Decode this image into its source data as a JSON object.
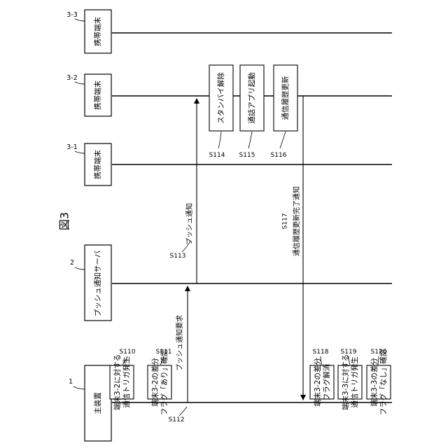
{
  "figure_title": "図3",
  "nodes": {
    "main": {
      "ref": "1",
      "label": "主装置"
    },
    "server": {
      "ref": "2",
      "label": "プッシュ通知サーバ"
    },
    "term1": {
      "ref": "3-1",
      "label": "携帯端末"
    },
    "term2": {
      "ref": "3-2",
      "label": "携帯端末"
    },
    "term3": {
      "ref": "3-3",
      "label": "携帯端末"
    }
  },
  "main_steps": [
    {
      "step": "S110",
      "line1": "端末3-2に対する",
      "line2": "通信トリガ発生"
    },
    {
      "step": "S111",
      "line1": "端末3-2の差分",
      "line2": "フラグ「あり」確認"
    },
    {
      "step": "S118",
      "line1": "端末3-2の差分",
      "line2": "フラグ解消"
    },
    {
      "step": "S119",
      "line1": "端末3-3に対する",
      "line2": "通信トリガ発生"
    },
    {
      "step": "S120",
      "line1": "端末3-3の差分",
      "line2": "フラグ「なし」確認"
    }
  ],
  "terminal_steps": [
    {
      "step": "S114",
      "label": "スタンバイ解除"
    },
    {
      "step": "S115",
      "label": "通話アプリ起動"
    },
    {
      "step": "S116",
      "label": "通信履歴更新"
    }
  ],
  "messages": {
    "s112": {
      "step": "S112",
      "label": "プッシュ通知要求"
    },
    "s113": {
      "step": "S113",
      "label": "プッシュ通知"
    },
    "s117": {
      "step": "S117",
      "label": "通信履歴更新完了通知"
    }
  }
}
